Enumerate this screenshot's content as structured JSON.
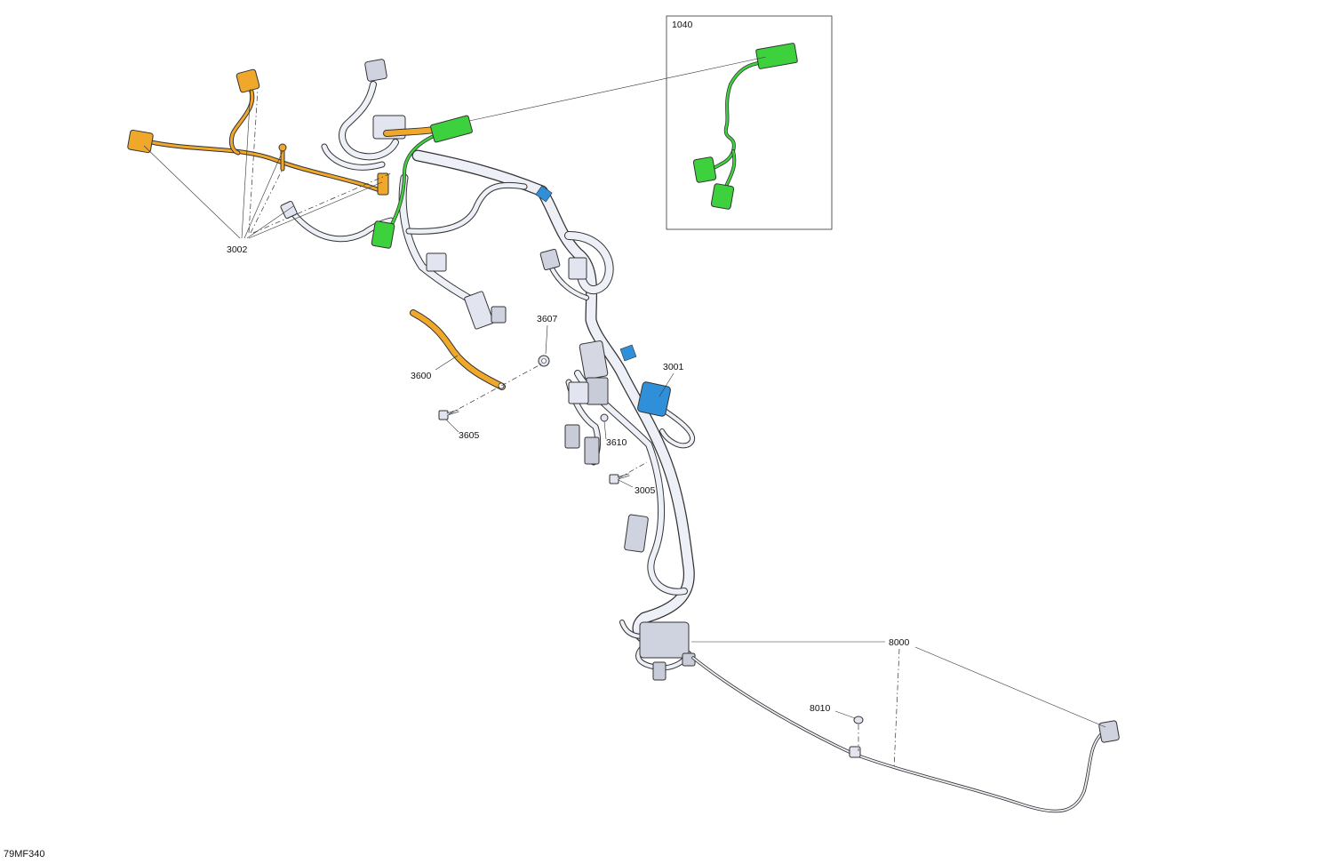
{
  "figure_code": "79MF340",
  "colors": {
    "highlight_orange": "#f0a82a",
    "highlight_green": "#3ed13e",
    "highlight_blue": "#2f8fd8",
    "harness_fill": "#eef0f8",
    "outline": "#333333"
  },
  "callouts": {
    "c1040": "1040",
    "c3002": "3002",
    "c3607": "3607",
    "c3600": "3600",
    "c3001": "3001",
    "c3605": "3605",
    "c3610": "3610",
    "c3005": "3005",
    "c8000": "8000",
    "c8010": "8010"
  },
  "parts": [
    {
      "ref": "1040",
      "highlight": "green",
      "icon": "sub-harness"
    },
    {
      "ref": "3002",
      "highlight": "orange",
      "icon": "wiring-harness"
    },
    {
      "ref": "3600",
      "highlight": "orange",
      "icon": "ground-strap"
    },
    {
      "ref": "3607",
      "highlight": "none",
      "icon": "nut"
    },
    {
      "ref": "3605",
      "highlight": "none",
      "icon": "bolt"
    },
    {
      "ref": "3001",
      "highlight": "blue",
      "icon": "main-harness"
    },
    {
      "ref": "3610",
      "highlight": "none",
      "icon": "screw"
    },
    {
      "ref": "3005",
      "highlight": "none",
      "icon": "bolt"
    },
    {
      "ref": "8000",
      "highlight": "none",
      "icon": "sensor-harness"
    },
    {
      "ref": "8010",
      "highlight": "none",
      "icon": "clip"
    }
  ]
}
